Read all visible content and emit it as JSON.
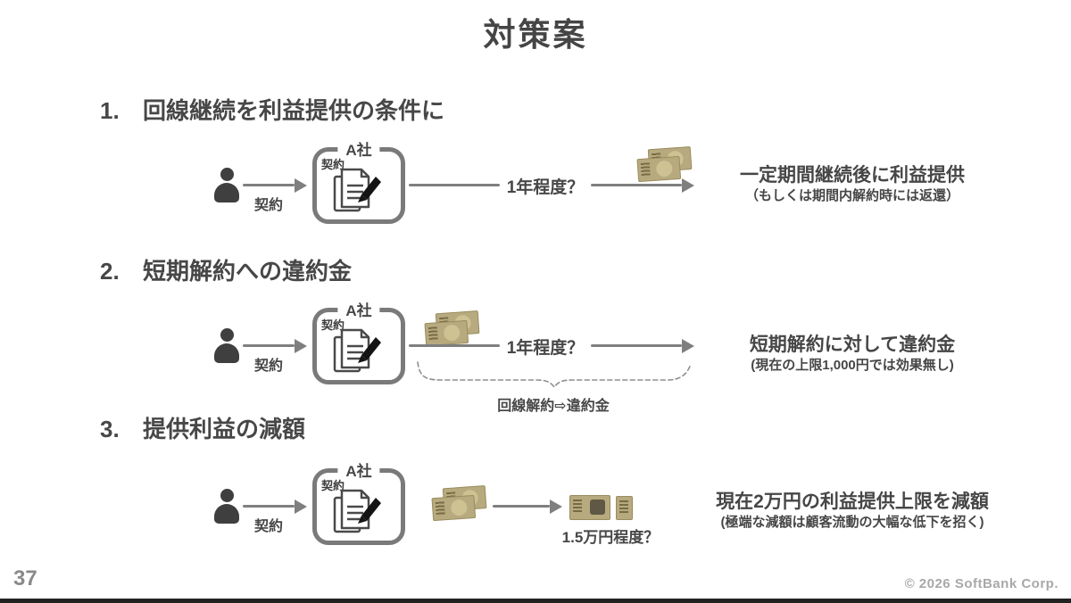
{
  "slide": {
    "title": "対策案",
    "page_number": "37",
    "copyright": "© 2026 SoftBank Corp."
  },
  "labels": {
    "contract": "契約",
    "company": "A社",
    "doc": "契約"
  },
  "sections": [
    {
      "number": "1.",
      "heading": "回線継続を利益提供の条件に",
      "duration": "1年程度？",
      "result_title": "一定期間継続後に利益提供",
      "result_note": "（もしくは期間内解約時には返還）"
    },
    {
      "number": "2.",
      "heading": "短期解約への違約金",
      "duration": "1年程度？",
      "brace_label": "回線解約⇨違約金",
      "result_title": "短期解約に対して違約金",
      "result_note": "(現在の上限1,000円では効果無し)"
    },
    {
      "number": "3.",
      "heading": "提供利益の減額",
      "amount_label": "1.5万円程度？",
      "result_title": "現在2万円の利益提供上限を減額",
      "result_note": "(極端な減額は顧客流動の大幅な低下を招く)"
    }
  ]
}
